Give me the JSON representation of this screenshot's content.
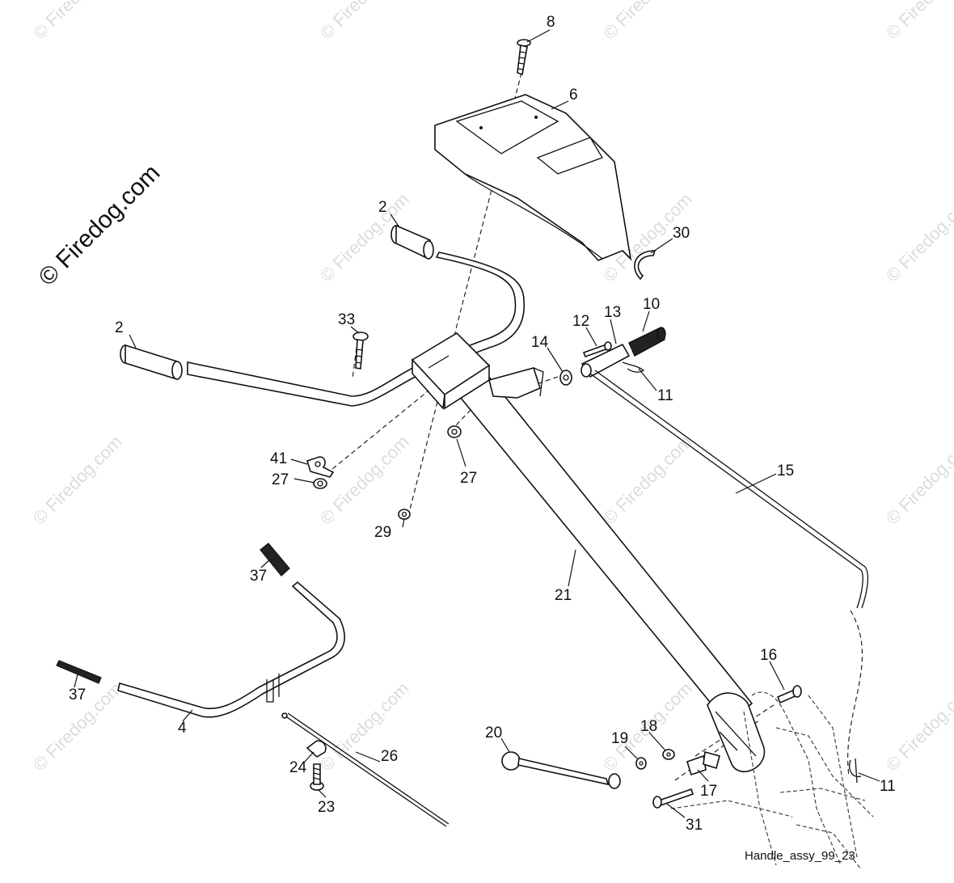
{
  "brand_watermark": "© Firedog.com",
  "repeated_watermark": "© Firedog.com",
  "caption": "Handle_assy_99_23",
  "callouts": [
    "8",
    "6",
    "2",
    "30",
    "2",
    "33",
    "10",
    "12",
    "13",
    "14",
    "11",
    "41",
    "27",
    "27",
    "15",
    "29",
    "37",
    "21",
    "16",
    "37",
    "4",
    "18",
    "20",
    "19",
    "26",
    "24",
    "17",
    "11",
    "23",
    "31"
  ]
}
